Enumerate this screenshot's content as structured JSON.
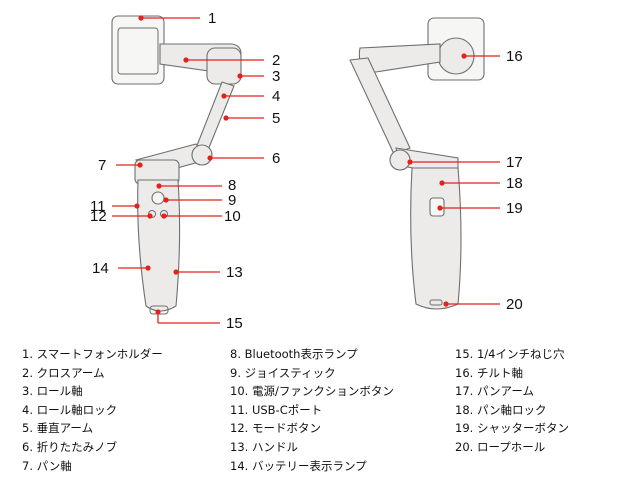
{
  "callouts": [
    "1",
    "2",
    "3",
    "4",
    "5",
    "6",
    "7",
    "8",
    "9",
    "10",
    "11",
    "12",
    "13",
    "14",
    "15",
    "16",
    "17",
    "18",
    "19",
    "20"
  ],
  "legend": {
    "col1": [
      "1. スマートフォンホルダー",
      "2. クロスアーム",
      "3. ロール軸",
      "4. ロール軸ロック",
      "5. 垂直アーム",
      "6. 折りたたみノブ",
      "7. パン軸"
    ],
    "col2": [
      "8. Bluetooth表示ランプ",
      "9. ジョイスティック",
      "10. 電源/ファンクションボタン",
      "11. USB-Cポート",
      "12. モードボタン",
      "13. ハンドル",
      "14. バッテリー表示ランプ"
    ],
    "col3": [
      "15. 1/4インチねじ穴",
      "16. チルト軸",
      "17. パンアーム",
      "18. パン軸ロック",
      "19. シャッターボタン",
      "20. ロープホール"
    ]
  },
  "colors": {
    "pointer": "#e2231a",
    "outline": "#6f6f6f",
    "body": "#ecebea"
  }
}
